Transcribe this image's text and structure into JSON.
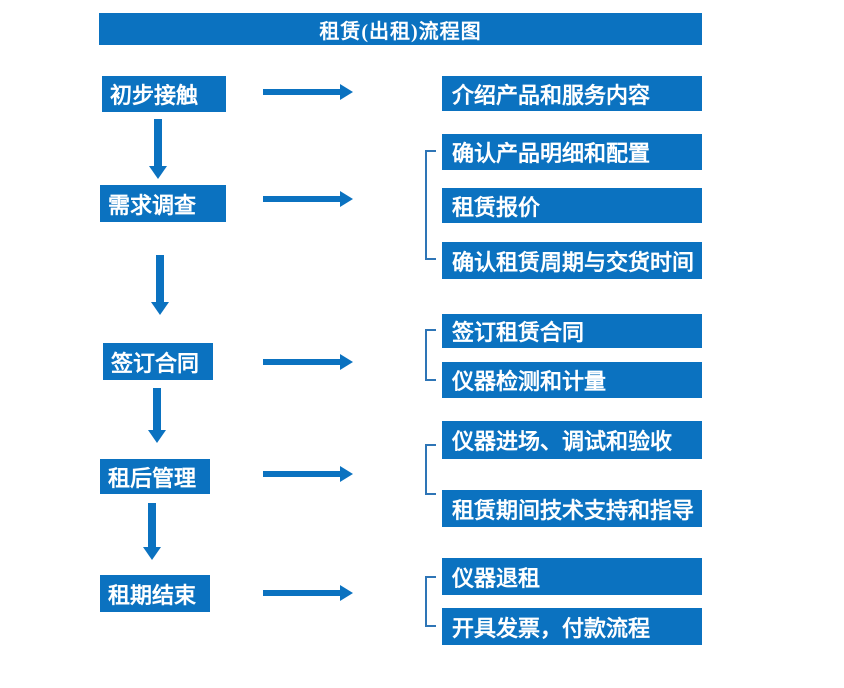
{
  "title": "租赁(出租)流程图",
  "colors": {
    "primary_blue": "#0b72c0",
    "bracket_blue": "#2e75b6",
    "text_white": "#ffffff",
    "background": "#ffffff"
  },
  "stages": [
    {
      "label": "初步接触",
      "details": [
        "介绍产品和服务内容"
      ]
    },
    {
      "label": "需求调查",
      "details": [
        "确认产品明细和配置",
        "租赁报价",
        "确认租赁周期与交货时间"
      ]
    },
    {
      "label": "签订合同",
      "details": [
        "签订租赁合同",
        "仪器检测和计量"
      ]
    },
    {
      "label": "租后管理",
      "details": [
        "仪器进场、调试和验收",
        "租赁期间技术支持和指导"
      ]
    },
    {
      "label": "租期结束",
      "details": [
        "仪器退租",
        "开具发票，付款流程"
      ]
    }
  ]
}
